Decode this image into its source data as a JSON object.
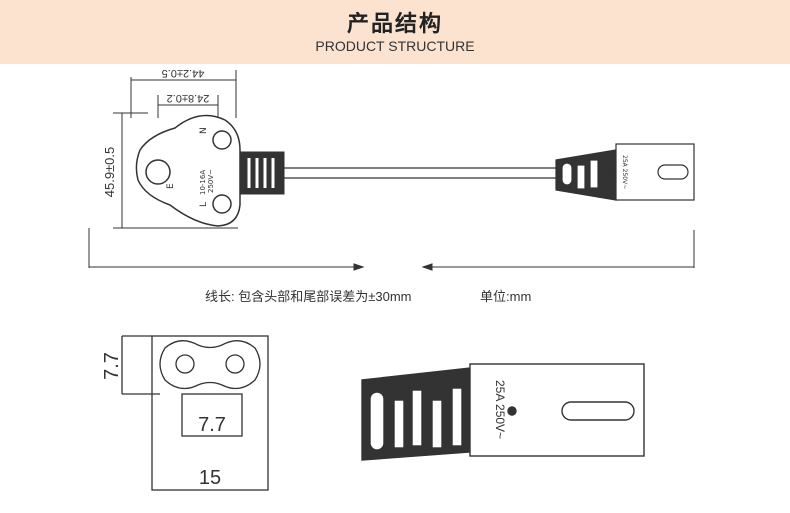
{
  "header": {
    "title_cn": "产品结构",
    "title_en": "PRODUCT STRUCTURE"
  },
  "top_drawing": {
    "dim_overall": "44.2±0.5",
    "dim_pin_spacing": "24.8±0.2",
    "dim_height": "45.9±0.5",
    "pin_label_n": "N",
    "pin_label_l": "L",
    "pin_label_e": "E",
    "plug_rating_line1": "10-16A",
    "plug_rating_line2": "250V~",
    "connector_rating": "25A 250V~"
  },
  "notes": {
    "cable_length": "线长: 包含头部和尾部误差为±30mm",
    "unit": "单位:mm"
  },
  "bottom_drawing": {
    "dim_height": "7.7",
    "dim_inner": "7.7",
    "dim_width": "15",
    "connector_rating": "25A 250V~"
  }
}
